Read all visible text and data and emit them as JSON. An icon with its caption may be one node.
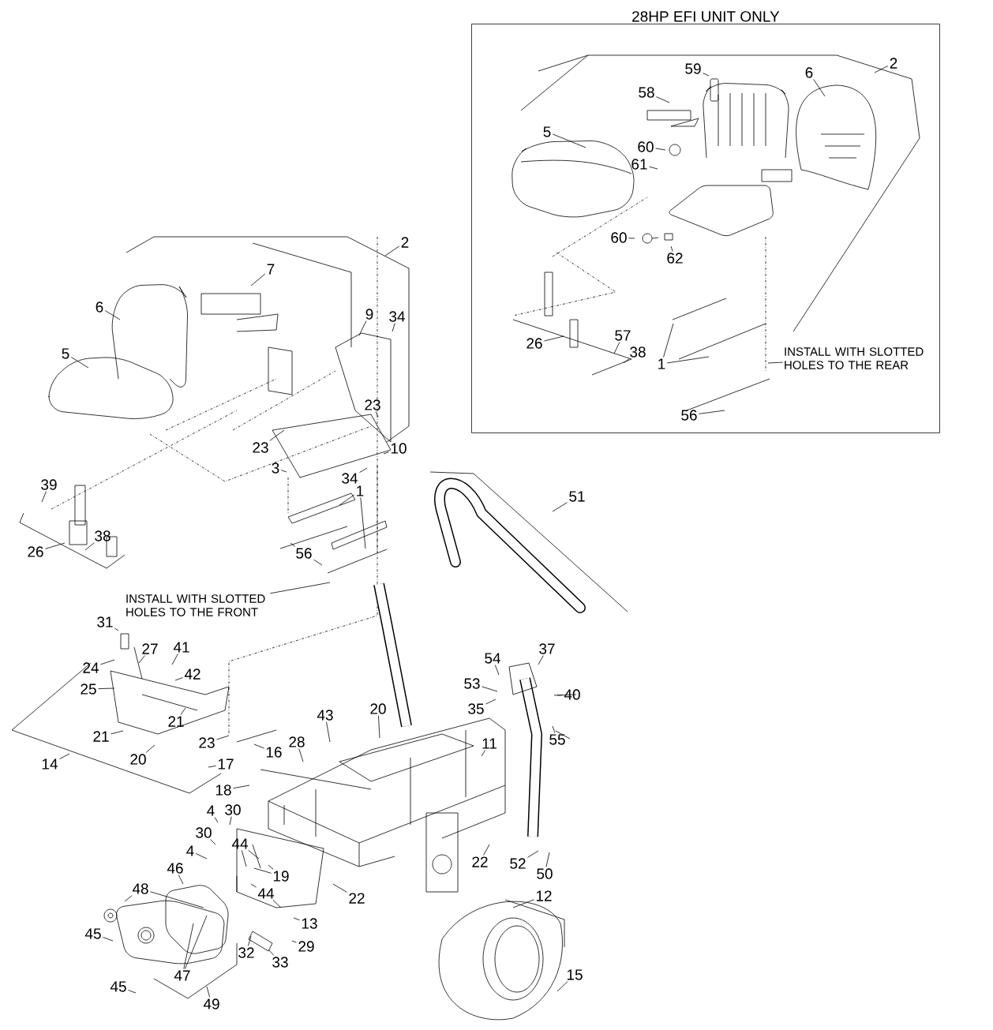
{
  "diagram": {
    "nodes": [
      {
        "text": [
          "28HP EFI UNIT ONLY"
        ]
      },
      {
        "text": [
          "2"
        ],
        "in": 0
      },
      {
        "text": [
          "59"
        ],
        "in": 0
      },
      {
        "text": [
          "6"
        ],
        "in": 0
      },
      {
        "text": [
          "58"
        ],
        "in": 0
      },
      {
        "text": [
          "5"
        ],
        "in": 0
      },
      {
        "text": [
          "60"
        ],
        "in": 0
      },
      {
        "text": [
          "61"
        ],
        "in": 0
      },
      {
        "text": [
          "60"
        ],
        "in": 0
      },
      {
        "text": [
          "62"
        ],
        "in": 0
      },
      {
        "text": [
          "26"
        ],
        "in": 0
      },
      {
        "text": [
          "57"
        ],
        "in": 0
      },
      {
        "text": [
          "38"
        ],
        "in": 0
      },
      {
        "text": [
          "1"
        ],
        "in": 0
      },
      {
        "text": [
          "INSTALL WITH SLOTTED HOLES TO THE REAR"
        ],
        "in": 0
      },
      {
        "text": [
          "56"
        ],
        "in": 0
      },
      {
        "text": [
          "2"
        ]
      },
      {
        "text": [
          "7"
        ]
      },
      {
        "text": [
          "6"
        ]
      },
      {
        "text": [
          "9"
        ]
      },
      {
        "text": [
          "34"
        ]
      },
      {
        "text": [
          "5"
        ]
      },
      {
        "text": [
          "23"
        ]
      },
      {
        "text": [
          "23"
        ]
      },
      {
        "text": [
          "10"
        ]
      },
      {
        "text": [
          "3"
        ]
      },
      {
        "text": [
          "34"
        ]
      },
      {
        "text": [
          "1"
        ]
      },
      {
        "text": [
          "39"
        ]
      },
      {
        "text": [
          "38"
        ]
      },
      {
        "text": [
          "26"
        ]
      },
      {
        "text": [
          "56"
        ]
      },
      {
        "text": [
          "INSTALL WITH SLOTTED HOLES TO THE FRONT"
        ]
      },
      {
        "text": [
          "51"
        ]
      },
      {
        "text": [
          "31"
        ]
      },
      {
        "text": [
          "27"
        ]
      },
      {
        "text": [
          "41"
        ]
      },
      {
        "text": [
          "24"
        ]
      },
      {
        "text": [
          "42"
        ]
      },
      {
        "text": [
          "25"
        ]
      },
      {
        "text": [
          "54"
        ]
      },
      {
        "text": [
          "37"
        ]
      },
      {
        "text": [
          "53"
        ]
      },
      {
        "text": [
          "40"
        ]
      },
      {
        "text": [
          "35"
        ]
      },
      {
        "text": [
          "20"
        ]
      },
      {
        "text": [
          "21"
        ]
      },
      {
        "text": [
          "43"
        ]
      },
      {
        "text": [
          "28"
        ]
      },
      {
        "text": [
          "55"
        ]
      },
      {
        "text": [
          "11"
        ]
      },
      {
        "text": [
          "21"
        ]
      },
      {
        "text": [
          "20"
        ]
      },
      {
        "text": [
          "23"
        ]
      },
      {
        "text": [
          "16"
        ]
      },
      {
        "text": [
          "14"
        ]
      },
      {
        "text": [
          "17"
        ]
      },
      {
        "text": [
          "18"
        ]
      },
      {
        "text": [
          "4"
        ]
      },
      {
        "text": [
          "30"
        ]
      },
      {
        "text": [
          "30"
        ]
      },
      {
        "text": [
          "44"
        ]
      },
      {
        "text": [
          "4"
        ]
      },
      {
        "text": [
          "19"
        ]
      },
      {
        "text": [
          "44"
        ]
      },
      {
        "text": [
          "22"
        ]
      },
      {
        "text": [
          "52"
        ]
      },
      {
        "text": [
          "50"
        ]
      },
      {
        "text": [
          "46"
        ]
      },
      {
        "text": [
          "48"
        ]
      },
      {
        "text": [
          "22"
        ]
      },
      {
        "text": [
          "12"
        ]
      },
      {
        "text": [
          "13"
        ]
      },
      {
        "text": [
          "45"
        ]
      },
      {
        "text": [
          "29"
        ]
      },
      {
        "text": [
          "32"
        ]
      },
      {
        "text": [
          "33"
        ]
      },
      {
        "text": [
          "47"
        ]
      },
      {
        "text": [
          "45"
        ]
      },
      {
        "text": [
          "49"
        ]
      },
      {
        "text": [
          "15"
        ]
      }
    ],
    "edges": [
      {
        "from": 1,
        "to": null,
        "arrow": "none"
      },
      {
        "from": 2,
        "to": null,
        "arrow": "none"
      },
      {
        "from": 3,
        "to": null,
        "arrow": "none"
      },
      {
        "from": 4,
        "to": null,
        "arrow": "none"
      },
      {
        "from": 5,
        "to": null,
        "arrow": "none"
      },
      {
        "from": 6,
        "to": null,
        "arrow": "none"
      },
      {
        "from": 7,
        "to": null,
        "arrow": "none"
      },
      {
        "from": 8,
        "to": null,
        "arrow": "none"
      },
      {
        "from": 9,
        "to": null,
        "arrow": "none"
      },
      {
        "from": 10,
        "to": null,
        "arrow": "none"
      },
      {
        "from": 11,
        "to": null,
        "arrow": "none"
      },
      {
        "from": 12,
        "to": null,
        "arrow": "none"
      },
      {
        "from": 13,
        "to": null,
        "arrow": "none"
      },
      {
        "from": 13,
        "to": null,
        "arrow": "none"
      },
      {
        "from": 14,
        "to": null,
        "arrow": "none"
      },
      {
        "from": 15,
        "to": null,
        "arrow": "none"
      },
      {
        "from": 16,
        "to": null,
        "arrow": "none"
      },
      {
        "from": 17,
        "to": null,
        "arrow": "none"
      },
      {
        "from": 18,
        "to": null,
        "arrow": "none"
      },
      {
        "from": 19,
        "to": null,
        "arrow": "none"
      },
      {
        "from": 20,
        "to": null,
        "arrow": "none"
      },
      {
        "from": 21,
        "to": null,
        "arrow": "none"
      },
      {
        "from": 22,
        "to": null,
        "arrow": "none"
      },
      {
        "from": 23,
        "to": null,
        "arrow": "none"
      },
      {
        "from": 24,
        "to": null,
        "arrow": "none"
      },
      {
        "from": 25,
        "to": null,
        "arrow": "none"
      },
      {
        "from": 26,
        "to": null,
        "arrow": "none"
      },
      {
        "from": 27,
        "to": null,
        "arrow": "none"
      },
      {
        "from": 27,
        "to": null,
        "arrow": "none"
      },
      {
        "from": 28,
        "to": null,
        "arrow": "none"
      },
      {
        "from": 29,
        "to": null,
        "arrow": "none"
      },
      {
        "from": 30,
        "to": null,
        "arrow": "none"
      },
      {
        "from": 31,
        "to": null,
        "arrow": "none"
      },
      {
        "from": 31,
        "to": null,
        "arrow": "none"
      },
      {
        "from": 32,
        "to": null,
        "arrow": "none"
      },
      {
        "from": 33,
        "to": null,
        "arrow": "none"
      },
      {
        "from": 34,
        "to": null,
        "arrow": "none"
      },
      {
        "from": 35,
        "to": null,
        "arrow": "none"
      },
      {
        "from": 36,
        "to": null,
        "arrow": "none"
      },
      {
        "from": 37,
        "to": null,
        "arrow": "none"
      },
      {
        "from": 38,
        "to": null,
        "arrow": "none"
      },
      {
        "from": 39,
        "to": null,
        "arrow": "none"
      },
      {
        "from": 40,
        "to": null,
        "arrow": "none"
      },
      {
        "from": 41,
        "to": null,
        "arrow": "none"
      },
      {
        "from": 42,
        "to": null,
        "arrow": "none"
      },
      {
        "from": 43,
        "to": null,
        "arrow": "none"
      },
      {
        "from": 44,
        "to": null,
        "arrow": "none"
      },
      {
        "from": 45,
        "to": null,
        "arrow": "none"
      },
      {
        "from": 46,
        "to": null,
        "arrow": "none"
      },
      {
        "from": 47,
        "to": null,
        "arrow": "none"
      },
      {
        "from": 48,
        "to": null,
        "arrow": "none"
      },
      {
        "from": 49,
        "to": null,
        "arrow": "none"
      },
      {
        "from": 50,
        "to": null,
        "arrow": "none"
      },
      {
        "from": 51,
        "to": null,
        "arrow": "none"
      },
      {
        "from": 52,
        "to": null,
        "arrow": "none"
      },
      {
        "from": 53,
        "to": null,
        "arrow": "none"
      },
      {
        "from": 54,
        "to": null,
        "arrow": "none"
      },
      {
        "from": 55,
        "to": null,
        "arrow": "none"
      },
      {
        "from": 56,
        "to": null,
        "arrow": "none"
      },
      {
        "from": 57,
        "to": null,
        "arrow": "none"
      },
      {
        "from": 58,
        "to": null,
        "arrow": "none"
      },
      {
        "from": 59,
        "to": null,
        "arrow": "none"
      },
      {
        "from": 60,
        "to": null,
        "arrow": "none"
      },
      {
        "from": 61,
        "to": null,
        "arrow": "none"
      },
      {
        "from": 61,
        "to": null,
        "arrow": "none"
      },
      {
        "from": 62,
        "to": null,
        "arrow": "none"
      },
      {
        "from": 63,
        "to": null,
        "arrow": "none"
      },
      {
        "from": 63,
        "to": null,
        "arrow": "none"
      },
      {
        "from": 64,
        "to": null,
        "arrow": "none"
      },
      {
        "from": 64,
        "to": null,
        "arrow": "none"
      },
      {
        "from": 65,
        "to": null,
        "arrow": "none"
      },
      {
        "from": 66,
        "to": null,
        "arrow": "none"
      },
      {
        "from": 67,
        "to": null,
        "arrow": "none"
      },
      {
        "from": 68,
        "to": null,
        "arrow": "none"
      },
      {
        "from": 69,
        "to": null,
        "arrow": "none"
      },
      {
        "from": 69,
        "to": null,
        "arrow": "none"
      },
      {
        "from": 70,
        "to": null,
        "arrow": "none"
      },
      {
        "from": 71,
        "to": null,
        "arrow": "none"
      },
      {
        "from": 72,
        "to": null,
        "arrow": "none"
      },
      {
        "from": 73,
        "to": null,
        "arrow": "none"
      },
      {
        "from": 74,
        "to": null,
        "arrow": "none"
      },
      {
        "from": 75,
        "to": null,
        "arrow": "none"
      },
      {
        "from": 76,
        "to": null,
        "arrow": "none"
      },
      {
        "from": 77,
        "to": null,
        "arrow": "none"
      },
      {
        "from": 77,
        "to": null,
        "arrow": "none"
      },
      {
        "from": 78,
        "to": null,
        "arrow": "none"
      },
      {
        "from": 79,
        "to": null,
        "arrow": "none"
      },
      {
        "from": 80,
        "to": null,
        "arrow": "none"
      }
    ]
  }
}
